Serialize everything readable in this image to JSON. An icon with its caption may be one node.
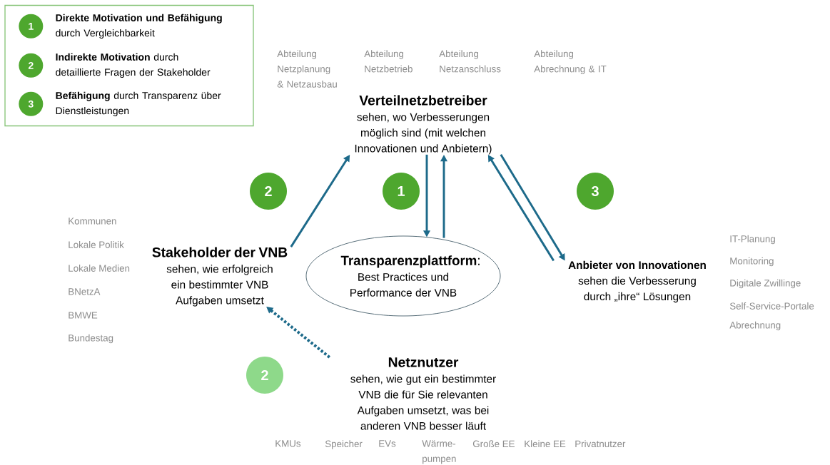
{
  "diagram": {
    "nodes": [
      {
        "text": [],
        "shape": "box"
      },
      {
        "text": [
          "1"
        ],
        "in": 0,
        "beside": [
          "**Direkte Motivation und Befähigung** durch Vergleichbarkeit"
        ]
      },
      {
        "text": [
          "2"
        ],
        "in": 0,
        "beside": [
          "**Indirekte Motivation** durch detaillierte Fragen der Stakeholder"
        ]
      },
      {
        "text": [
          "3"
        ],
        "in": 0,
        "beside": [
          "**Befähigung** durch Transparenz über Dienstleistungen"
        ]
      },
      {
        "text": [
          "Verteilnetzbetreiber",
          "sehen, wo Verbesserungen möglich sind (mit welchen Innovationen und Anbietern)"
        ]
      },
      {
        "text": [
          "**Transparenzplattform**:",
          "Best Practices und Performance der VNB"
        ]
      },
      {
        "text": [
          "Stakeholder der VNB",
          "sehen, wie erfolgreich ein bestimmter VNB Aufgaben umsetzt"
        ]
      },
      {
        "text": [
          "**Anbieter von Innovationen** sehen die Verbesserung durch „ihre“ Lösungen"
        ]
      },
      {
        "text": [
          "Netznutzer",
          "sehen, wie gut ein bestimmter VNB die für Sie relevanten Aufgaben umsetzt, was bei anderen VNB besser läuft"
        ]
      },
      {
        "text": [
          "2"
        ]
      },
      {
        "text": [
          "1"
        ]
      },
      {
        "text": [
          "3"
        ]
      },
      {
        "text": [
          "2"
        ]
      }
    ],
    "edges": [
      {
        "from": 6,
        "to": 4,
        "arrow": "to"
      },
      {
        "from": 4,
        "to": 5,
        "arrow": "to"
      },
      {
        "from": 5,
        "to": 4,
        "arrow": "to"
      },
      {
        "from": 4,
        "to": 7,
        "arrow": "to"
      },
      {
        "from": 7,
        "to": 4,
        "arrow": "to"
      },
      {
        "from": 8,
        "to": 6,
        "arrow": "to",
        "style": "dashed"
      }
    ],
    "labels": [
      "Abteilung Netzplanung & Netzausbau",
      "Abteilung Netzbetrieb",
      "Abteilung Netzanschluss",
      "Abteilung Abrechnung & IT",
      "Kommunen",
      "Lokale Politik",
      "Lokale Medien",
      "BNetzA",
      "BMWE",
      "Bundestag",
      "IT-Planung",
      "Monitoring",
      "Digitale Zwillinge",
      "Self-Service-Portale",
      "Abrechnung",
      "KMUs",
      "Speicher",
      "EVs",
      "Wärme- pumpen",
      "Große EE",
      "Kleine EE",
      "Privatnutzer"
    ]
  }
}
